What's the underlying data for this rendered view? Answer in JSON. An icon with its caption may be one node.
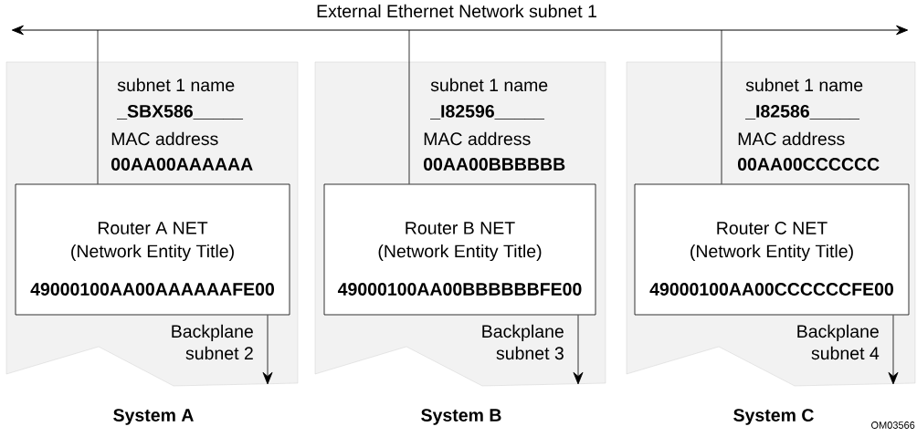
{
  "diagram": {
    "nodes": [
      {
        "text": [
          "External Ethernet Network subnet 1"
        ]
      },
      {
        "text": [
          "subnet 1 name",
          "_SBX586_____",
          "MAC address",
          "00AA00AAAAAA",
          "System A"
        ]
      },
      {
        "text": [
          "Router A NET",
          "(Network Entity Title)",
          "49000100AA00AAAAAAFE00"
        ],
        "in": 1
      },
      {
        "text": [
          "subnet 1 name",
          "_I82596_____",
          "MAC address",
          "00AA00BBBBBB",
          "System B"
        ]
      },
      {
        "text": [
          "Router B NET",
          "(Network Entity Title)",
          "49000100AA00BBBBBBFE00"
        ],
        "in": 3
      },
      {
        "text": [
          "subnet 1 name",
          "_I82586_____",
          "MAC address",
          "00AA00CCCCCC",
          "System C"
        ]
      },
      {
        "text": [
          "Router C NET",
          "(Network Entity Title)",
          "49000100AA00CCCCCCFE00"
        ],
        "in": 5
      }
    ],
    "edges": [
      {
        "from": 0,
        "to": 2,
        "arrow": "none"
      },
      {
        "from": 0,
        "to": 4,
        "arrow": "none"
      },
      {
        "from": 0,
        "to": 6,
        "arrow": "none"
      },
      {
        "from": 2,
        "to": null,
        "arrow": "to",
        "label": "Backplane subnet 2"
      },
      {
        "from": 4,
        "to": null,
        "arrow": "to",
        "label": "Backplane subnet 3"
      },
      {
        "from": 6,
        "to": null,
        "arrow": "to",
        "label": "Backplane subnet 4"
      }
    ],
    "labels": [
      "OM03566"
    ]
  }
}
